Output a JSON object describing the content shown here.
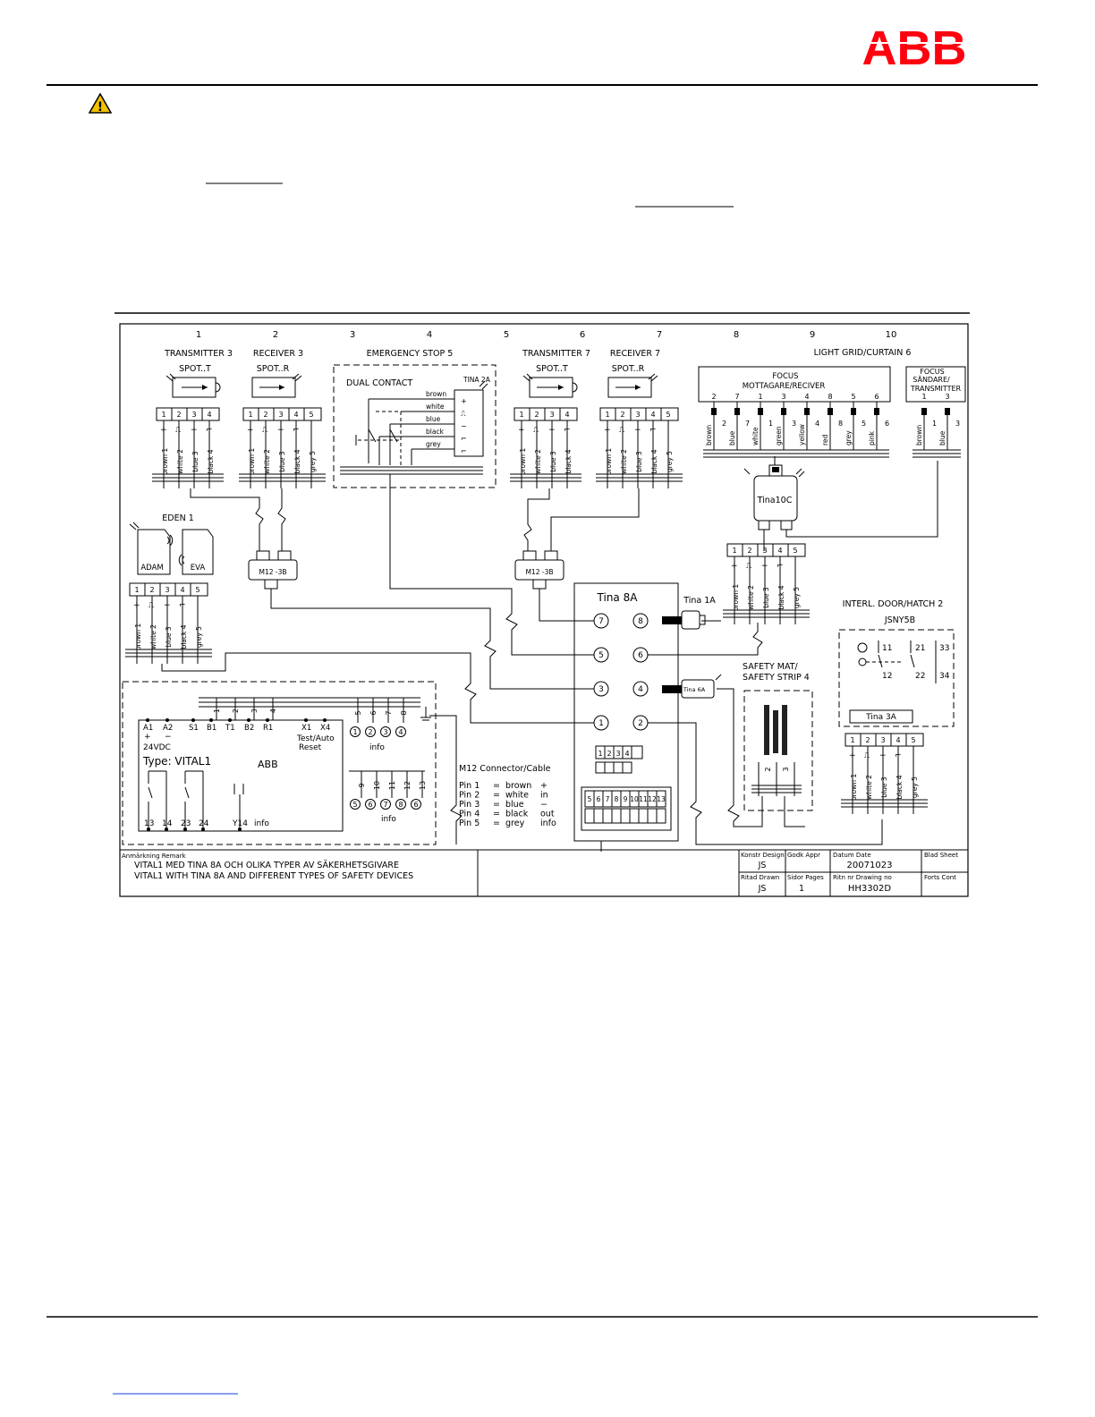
{
  "brand": {
    "logo_text": "ABB",
    "color": "#ff000f"
  },
  "column_numbers": [
    "1",
    "2",
    "3",
    "4",
    "5",
    "6",
    "7",
    "8",
    "9",
    "10"
  ],
  "devices": {
    "transmitter3": {
      "title": "TRANSMITTER 3",
      "sub": "SPOT..T"
    },
    "receiver3": {
      "title": "RECEIVER 3",
      "sub": "SPOT..R"
    },
    "estop": {
      "title": "EMERGENCY STOP 5",
      "sub": "DUAL CONTACT",
      "tina": "TINA 2A",
      "wires": [
        "brown",
        "white",
        "blue",
        "black",
        "grey"
      ]
    },
    "transmitter7": {
      "title": "TRANSMITTER 7",
      "sub": "SPOT..T"
    },
    "receiver7": {
      "title": "RECEIVER 7",
      "sub": "SPOT..R"
    },
    "lightgrid": {
      "title": "LIGHT GRID/CURTAIN 6",
      "receiver_line1": "FOCUS",
      "receiver_line2": "MOTTAGARE/RECIVER",
      "sender_line1": "FOCUS",
      "sender_line2": "SÄNDARE/",
      "sender_line3": "TRANSMITTER",
      "receiver_pins": [
        "2",
        "7",
        "1",
        "3",
        "4",
        "8",
        "5",
        "6"
      ],
      "receiver_wires": [
        "brown",
        "blue",
        "white",
        "green",
        "yellow",
        "red",
        "grey",
        "pink"
      ],
      "sender_pins": [
        "1",
        "3"
      ],
      "sender_wires": [
        "brown",
        "blue"
      ],
      "tina": "Tina10C"
    },
    "eden": {
      "title": "EDEN 1",
      "adam": "ADAM",
      "eva": "EVA"
    },
    "interlock": {
      "title": "INTERL. DOOR/HATCH 2",
      "sub": "JSNY5B",
      "tina": "Tina 3A",
      "contacts": [
        "11",
        "21",
        "33",
        "12",
        "22",
        "34"
      ]
    },
    "safetymat": {
      "line1": "SAFETY MAT/",
      "line2": "SAFETY STRIP 4",
      "pins": [
        "2",
        "3"
      ]
    },
    "tina8a": {
      "title": "Tina 8A",
      "ports": [
        "7",
        "8",
        "5",
        "6",
        "3",
        "4",
        "1",
        "2"
      ],
      "term_top": [
        "1",
        "2",
        "3",
        "4"
      ],
      "term_bottom": [
        "5",
        "6",
        "7",
        "8",
        "9",
        "10",
        "11",
        "12",
        "13"
      ]
    },
    "tina1a": "Tina 1A",
    "tina6a": "Tina 6A",
    "m12_38": "M12 -3B"
  },
  "cable": {
    "pins5": [
      "1",
      "2",
      "3",
      "4",
      "5"
    ],
    "pins4": [
      "1",
      "2",
      "3",
      "4"
    ],
    "colors5": [
      "brown",
      "white",
      "blue",
      "black",
      "grey"
    ],
    "colors4": [
      "brown",
      "white",
      "blue",
      "black"
    ]
  },
  "vital": {
    "top_terms": [
      "A1",
      "A2",
      "S1",
      "B1",
      "T1",
      "B2",
      "R1",
      "X1",
      "X4"
    ],
    "plus": "+",
    "minus": "−",
    "voltage": "24VDC",
    "type": "Type:  VITAL1",
    "brand": "ABB",
    "test_auto": "Test/Auto",
    "reset": "Reset",
    "info": "info",
    "info_top": [
      "1",
      "2",
      "3",
      "4"
    ],
    "info_bottom": [
      "5",
      "6",
      "7",
      "8",
      "6"
    ],
    "bus_top": [
      "1",
      "2",
      "3",
      "4"
    ],
    "bus_right_top": [
      "5",
      "6",
      "7",
      "8"
    ],
    "bus_right_bottom": [
      "9",
      "10",
      "11",
      "12",
      "13"
    ],
    "bottom_terms": [
      "13",
      "14",
      "23",
      "24",
      "Y14",
      "info"
    ]
  },
  "m12_legend": {
    "title": "M12 Connector/Cable",
    "rows": [
      {
        "pin": "Pin 1",
        "color": "brown",
        "sym": "+"
      },
      {
        "pin": "Pin 2",
        "color": "white",
        "sym": "in"
      },
      {
        "pin": "Pin 3",
        "color": "blue",
        "sym": "−"
      },
      {
        "pin": "Pin 4",
        "color": "black",
        "sym": "out"
      },
      {
        "pin": "Pin 5",
        "color": "grey",
        "sym": "info"
      }
    ]
  },
  "title_block": {
    "remark_label": "Anmärkning Remark",
    "remark_1": "VITAL1 MED TINA 8A OCH OLIKA TYPER AV SÄKERHETSGIVARE",
    "remark_2": "VITAL1 WITH TINA 8A AND DIFFERENT TYPES OF SAFETY DEVICES",
    "design_label": "Konstr Design",
    "design": "JS",
    "appr_label": "Godk  Appr",
    "date_label": "Datum   Date",
    "date": "20071023",
    "sheet_label": "Blad   Sheet",
    "drawn_label": "Ritad  Drawn",
    "drawn": "JS",
    "pages_label": "Sidor  Pages",
    "pages": "1",
    "drawing_label": "Ritn nr  Drawing no",
    "drawing_no": "HH3302D",
    "cont_label": "Forts  Cont"
  }
}
